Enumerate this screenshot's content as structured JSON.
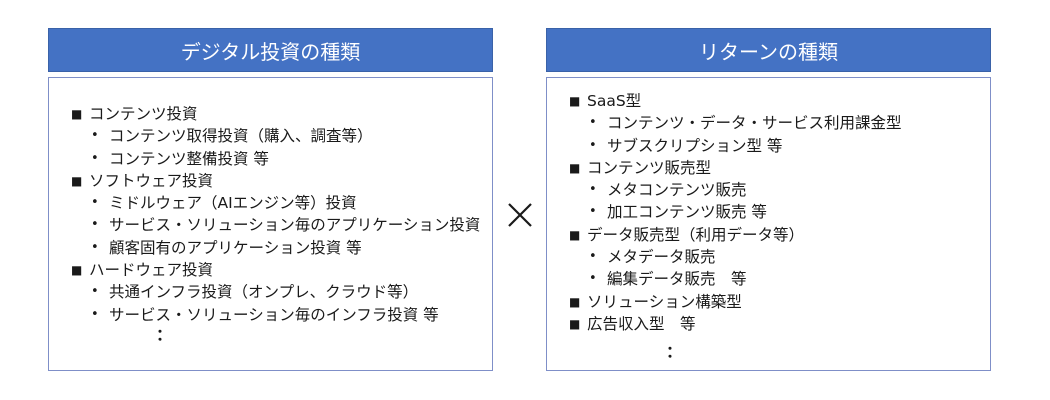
{
  "left_panel": {
    "title": "デジタル投資の種類",
    "items": [
      {
        "level": 0,
        "marker": "■",
        "text": "コンテンツ投資"
      },
      {
        "level": 1,
        "marker": "•",
        "text": "コンテンツ取得投資（購入、調査等）"
      },
      {
        "level": 1,
        "marker": "•",
        "text": "コンテンツ整備投資 等"
      },
      {
        "level": 0,
        "marker": "■",
        "text": "ソフトウェア投資"
      },
      {
        "level": 1,
        "marker": "•",
        "text": "ミドルウェア（AIエンジン等）投資"
      },
      {
        "level": 1,
        "marker": "•",
        "text": "サービス・ソリューション毎のアプリケーション投資"
      },
      {
        "level": 1,
        "marker": "•",
        "text": "顧客固有のアプリケーション投資 等"
      },
      {
        "level": 0,
        "marker": "■",
        "text": "ハードウェア投資"
      },
      {
        "level": 1,
        "marker": "•",
        "text": "共通インフラ投資（オンプレ、クラウド等）"
      },
      {
        "level": 1,
        "marker": "•",
        "text": "サービス・ソリューション毎のインフラ投資 等"
      }
    ],
    "ellipsis": "："
  },
  "right_panel": {
    "title": "リターンの種類",
    "items": [
      {
        "level": 0,
        "marker": "■",
        "text": "SaaS型"
      },
      {
        "level": 1,
        "marker": "•",
        "text": "コンテンツ・データ・サービス利用課金型"
      },
      {
        "level": 1,
        "marker": "•",
        "text": "サブスクリプション型 等"
      },
      {
        "level": 0,
        "marker": "■",
        "text": "コンテンツ販売型"
      },
      {
        "level": 1,
        "marker": "•",
        "text": "メタコンテンツ販売"
      },
      {
        "level": 1,
        "marker": "•",
        "text": "加工コンテンツ販売 等"
      },
      {
        "level": 0,
        "marker": "■",
        "text": "データ販売型（利用データ等）"
      },
      {
        "level": 1,
        "marker": "•",
        "text": "メタデータ販売"
      },
      {
        "level": 1,
        "marker": "•",
        "text": "編集データ販売　等"
      },
      {
        "level": 0,
        "marker": "■",
        "text": "ソリューション構築型"
      },
      {
        "level": 0,
        "marker": "■",
        "text": "広告収入型　等"
      }
    ],
    "ellipsis": "："
  },
  "operator": {
    "icon": "multiply-icon"
  },
  "colors": {
    "header_bg": "#4472c4",
    "box_border": "#7f8fc8",
    "text": "#1a1a1a"
  }
}
